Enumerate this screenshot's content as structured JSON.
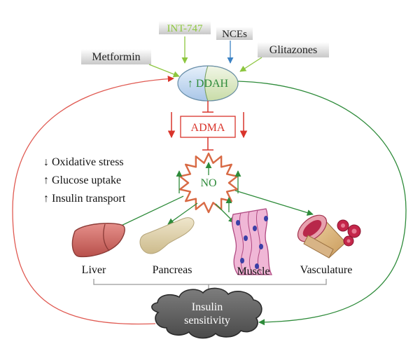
{
  "drugs": {
    "int747": "INT-747",
    "nces": "NCEs",
    "metformin": "Metformin",
    "glitazones": "Glitazones"
  },
  "ddah": "↑ DDAH",
  "adma": "ADMA",
  "no": "NO",
  "effects": [
    "↓ Oxidative stress",
    "↑ Glucose uptake",
    "↑ Insulin transport"
  ],
  "organs": {
    "liver": "Liver",
    "pancreas": "Pancreas",
    "muscle": "Muscle",
    "vasculature": "Vasculature"
  },
  "insulin": [
    "Insulin",
    "sensitivity"
  ],
  "colors": {
    "green": "#2e8b3a",
    "red": "#d9342b",
    "blue": "#3b82c4",
    "lightgreen": "#8dc63f"
  }
}
